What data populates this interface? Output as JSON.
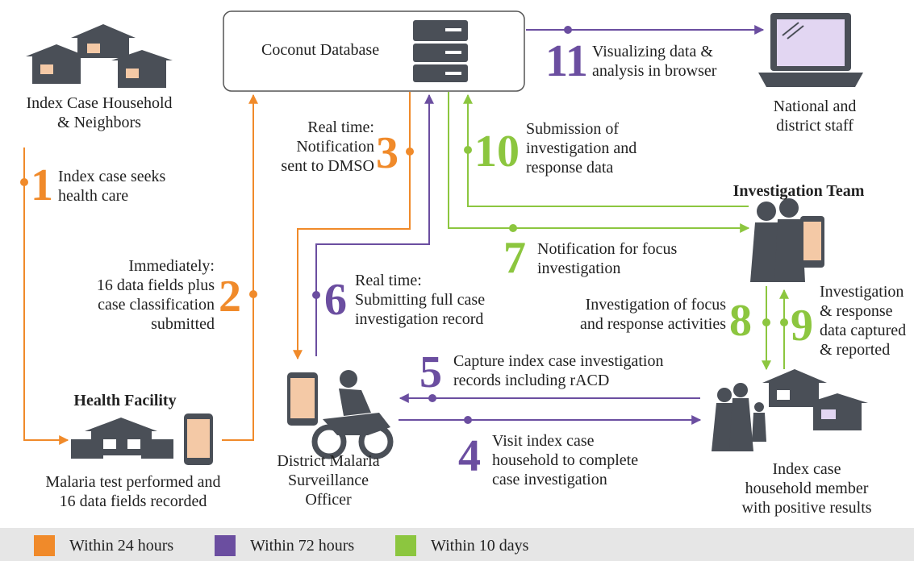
{
  "nodes": {
    "database": "Coconut Database",
    "household": [
      "Index Case Household",
      "& Neighbors"
    ],
    "facility_title": "Health Facility",
    "facility": [
      "Malaria test performed and",
      "16 data fields recorded"
    ],
    "dmso": [
      "District Malaria",
      "Surveillance",
      "Officer"
    ],
    "team": "Investigation Team",
    "member": [
      "Index case",
      "household member",
      "with positive results"
    ],
    "staff": [
      "National and",
      "district staff"
    ]
  },
  "steps": [
    {
      "n": "1",
      "text": [
        "Index case seeks",
        "health care"
      ]
    },
    {
      "n": "2",
      "text": [
        "Immediately:",
        "16 data fields plus",
        "case classification",
        "submitted"
      ]
    },
    {
      "n": "3",
      "text": [
        "Real time:",
        "Notification",
        "sent to DMSO"
      ]
    },
    {
      "n": "4",
      "text": [
        "Visit index case",
        "household to complete",
        "case investigation"
      ]
    },
    {
      "n": "5",
      "text": [
        "Capture index case investigation",
        "records including rACD"
      ]
    },
    {
      "n": "6",
      "text": [
        "Real time:",
        "Submitting full case",
        "investigation record"
      ]
    },
    {
      "n": "7",
      "text": [
        "Notification for focus",
        "investigation"
      ]
    },
    {
      "n": "8",
      "text": [
        "Investigation of focus",
        "and response activities"
      ]
    },
    {
      "n": "9",
      "text": [
        "Investigation",
        "& response",
        "data captured",
        "& reported"
      ]
    },
    {
      "n": "10",
      "text": [
        "Submission of",
        "investigation and",
        "response data"
      ]
    },
    {
      "n": "11",
      "text": [
        "Visualizing data &",
        "analysis in browser"
      ]
    }
  ],
  "legend": [
    {
      "label": "Within 24 hours",
      "color": "#f08a2a"
    },
    {
      "label": "Within 72 hours",
      "color": "#6b4ea0"
    },
    {
      "label": "Within 10 days",
      "color": "#8cc63f"
    }
  ],
  "colors": {
    "orange": "#f08a2a",
    "purple": "#6b4ea0",
    "green": "#8cc63f",
    "icon": "#4a4f57",
    "accent": "#f4c9a6"
  }
}
